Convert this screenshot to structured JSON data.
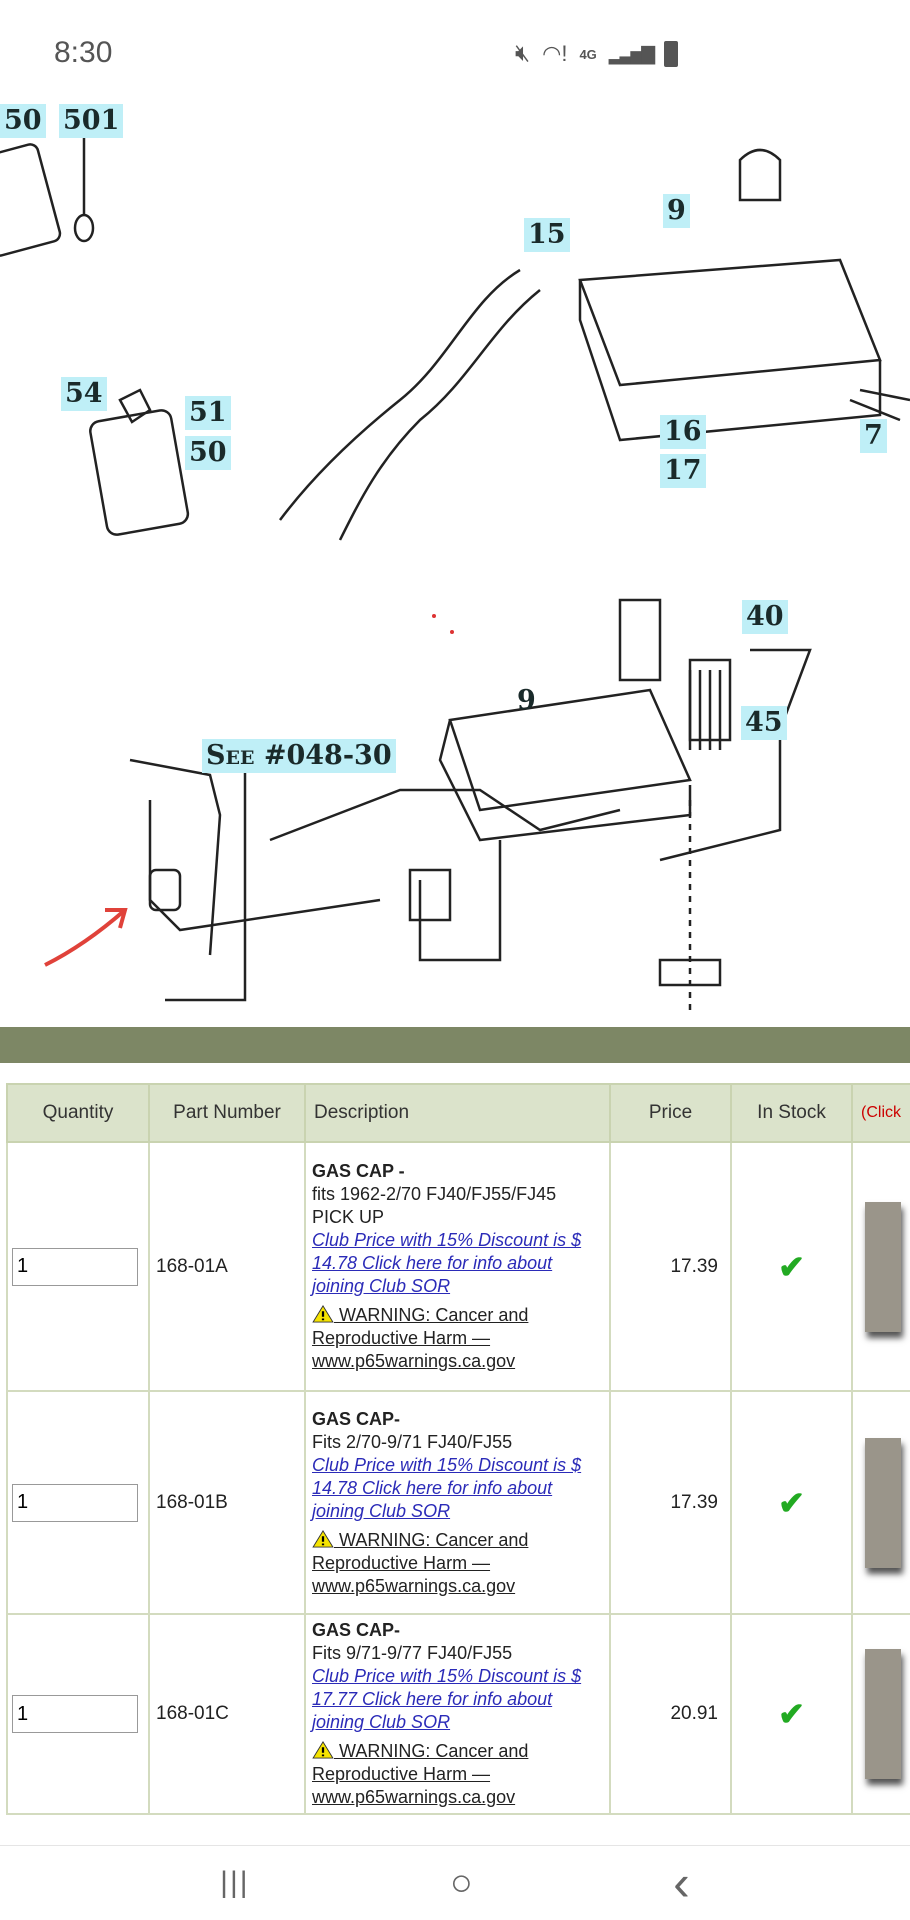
{
  "status_bar": {
    "time": "8:30",
    "icons": [
      "mute-icon",
      "wifi-alert-icon",
      "4g-lte-icon",
      "signal-icon",
      "battery-icon"
    ],
    "network": "4G"
  },
  "diagram": {
    "callouts": [
      "50",
      "501",
      "15",
      "9",
      "54",
      "51",
      "50",
      "16",
      "17",
      "7",
      "40",
      "9",
      "45"
    ],
    "see_ref": "See #048-30"
  },
  "table": {
    "headers": [
      "Quantity",
      "Part Number",
      "Description",
      "Price",
      "In Stock",
      "(Click"
    ],
    "rows": [
      {
        "qty": "1",
        "part": "168-01A",
        "title": "GAS CAP -",
        "fits": "fits 1962-2/70 FJ40/FJ55/FJ45 PICK UP",
        "club": "Club Price with 15% Discount is $ 14.78 Click here for info about joining Club SOR",
        "warning": "WARNING: Cancer and Reproductive Harm — www.p65warnings.ca.gov",
        "price": "17.39",
        "in_stock": "✔"
      },
      {
        "qty": "1",
        "part": "168-01B",
        "title": "GAS CAP-",
        "fits": "Fits 2/70-9/71 FJ40/FJ55",
        "club": "Club Price with 15% Discount is $ 14.78 Click here for info about joining Club SOR",
        "warning": "WARNING: Cancer and Reproductive Harm — www.p65warnings.ca.gov",
        "price": "17.39",
        "in_stock": "✔"
      },
      {
        "qty": "1",
        "part": "168-01C",
        "title": "GAS CAP-",
        "fits": "Fits 9/71-9/77 FJ40/FJ55",
        "club": "Club Price with 15% Discount is $ 17.77 Click here for info about joining Club SOR",
        "warning": "WARNING: Cancer and Reproductive Harm — www.p65warnings.ca.gov",
        "price": "20.91",
        "in_stock": "✔"
      }
    ]
  },
  "nav": {
    "recents": "|||",
    "home": "○",
    "back": "‹"
  },
  "colors": {
    "olive": "#7d8765",
    "header": "#dbe3cb",
    "link": "#2b2bb8",
    "callout": "#bfeff7"
  }
}
